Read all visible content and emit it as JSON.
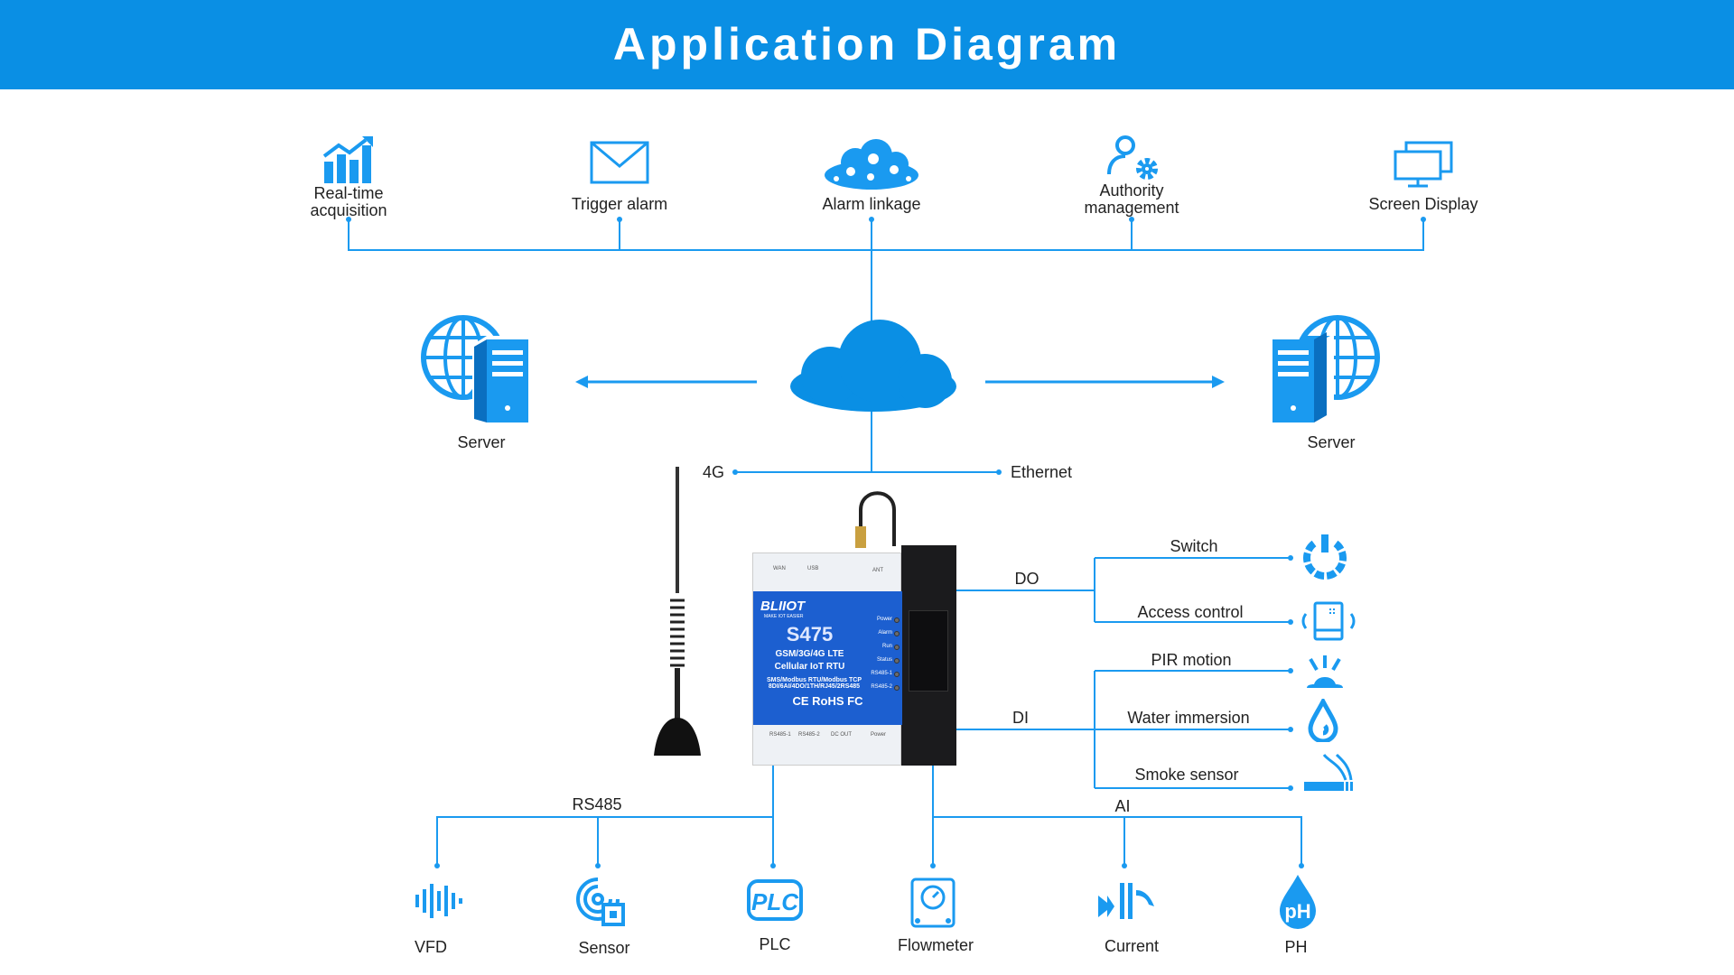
{
  "header": {
    "title": "Application Diagram"
  },
  "top_functions": [
    {
      "label": "Real-time\nacquisition",
      "icon": "chart-growth-icon"
    },
    {
      "label": "Trigger alarm",
      "icon": "envelope-icon"
    },
    {
      "label": "Alarm linkage",
      "icon": "cloud-gears-icon"
    },
    {
      "label": "Authority\nmanagement",
      "icon": "user-gear-icon"
    },
    {
      "label": "Screen Display",
      "icon": "monitor-icon"
    }
  ],
  "servers": {
    "left": "Server",
    "right": "Server"
  },
  "network": {
    "left": "4G",
    "right": "Ethernet"
  },
  "device": {
    "brand": "BLIIOT",
    "slogan": "MAKE IOT EASIER",
    "model": "S475",
    "line1": "GSM/3G/4G LTE",
    "line2": "Cellular IoT RTU",
    "line3": "SMS/Modbus RTU/Modbus TCP",
    "line4": "8DI/6AI/4DO/1TH/RJ45/2RS485",
    "certs": "CE RoHS FC",
    "top_ports": [
      "WAN",
      "USB",
      "ANT"
    ],
    "leds": [
      "Power",
      "Alarm",
      "Run",
      "Status",
      "RS485-1",
      "RS485-2"
    ],
    "bottom_ports": [
      "RS485-1",
      "RS485-2",
      "DC OUT",
      "Power"
    ]
  },
  "outputs": {
    "do_label": "DO",
    "di_label": "DI",
    "items": [
      {
        "label": "Switch",
        "icon": "power-icon"
      },
      {
        "label": "Access control",
        "icon": "access-card-icon"
      },
      {
        "label": "PIR motion",
        "icon": "pir-motion-icon"
      },
      {
        "label": "Water  immersion",
        "icon": "water-drop-icon"
      },
      {
        "label": "Smoke sensor",
        "icon": "smoke-icon"
      }
    ]
  },
  "bottom": {
    "rs485_label": "RS485",
    "ai_label": "AI",
    "items": [
      {
        "label": "VFD",
        "icon": "waveform-icon"
      },
      {
        "label": "Sensor",
        "icon": "sensor-icon"
      },
      {
        "label": "PLC",
        "icon": "plc-icon"
      },
      {
        "label": "Flowmeter",
        "icon": "flowmeter-icon"
      },
      {
        "label": "Current",
        "icon": "current-icon"
      },
      {
        "label": "PH",
        "icon": "ph-icon"
      }
    ]
  },
  "colors": {
    "accent": "#0a8fe4",
    "line": "#1a9af0"
  }
}
